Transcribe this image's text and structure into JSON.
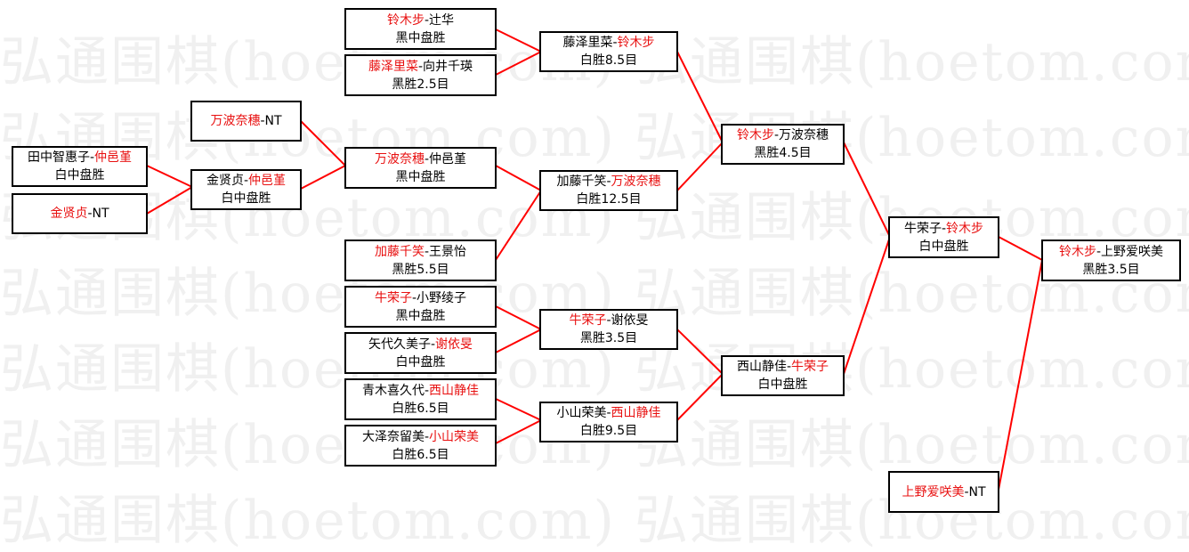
{
  "colors": {
    "line": "#ff0000",
    "winner": "#e81010",
    "watermark": "#f0f0f0"
  },
  "watermark": "弘通围棋(hoetom.com) 弘通围棋(hoetom.com) 弘通",
  "matches": [
    {
      "id": "r1-m1",
      "p1": "田中智惠子",
      "p2": "仲邑堇",
      "winner": 2,
      "result": "白中盘胜"
    },
    {
      "id": "r1-m2",
      "p1": "金贤贞",
      "p2": "NT",
      "winner": 1,
      "result": ""
    },
    {
      "id": "r1-m3",
      "p1": "万波奈穗",
      "p2": "NT",
      "winner": 1,
      "result": ""
    },
    {
      "id": "r2-m1",
      "p1": "金贤贞",
      "p2": "仲邑堇",
      "winner": 2,
      "result": "白中盘胜"
    },
    {
      "id": "r2-m2",
      "p1": "铃木步",
      "p2": "辻华",
      "winner": 1,
      "result": "黑中盘胜"
    },
    {
      "id": "r2-m3",
      "p1": "藤泽里菜",
      "p2": "向井千瑛",
      "winner": 1,
      "result": "黑胜2.5目"
    },
    {
      "id": "r2-m4",
      "p1": "万波奈穗",
      "p2": "仲邑堇",
      "winner": 1,
      "result": "黑中盘胜"
    },
    {
      "id": "r2-m5",
      "p1": "加藤千笑",
      "p2": "王景怡",
      "winner": 1,
      "result": "黑胜5.5目"
    },
    {
      "id": "r2-m6",
      "p1": "牛荣子",
      "p2": "小野绫子",
      "winner": 1,
      "result": "黑中盘胜"
    },
    {
      "id": "r2-m7",
      "p1": "矢代久美子",
      "p2": "谢依旻",
      "winner": 2,
      "result": "白中盘胜"
    },
    {
      "id": "r2-m8",
      "p1": "青木喜久代",
      "p2": "西山静佳",
      "winner": 2,
      "result": "白胜6.5目"
    },
    {
      "id": "r2-m9",
      "p1": "大泽奈留美",
      "p2": "小山荣美",
      "winner": 2,
      "result": "白胜6.5目"
    },
    {
      "id": "r3-m1",
      "p1": "藤泽里菜",
      "p2": "铃木步",
      "winner": 2,
      "result": "白胜8.5目"
    },
    {
      "id": "r3-m2",
      "p1": "加藤千笑",
      "p2": "万波奈穗",
      "winner": 2,
      "result": "白胜12.5目"
    },
    {
      "id": "r3-m3",
      "p1": "牛荣子",
      "p2": "谢依旻",
      "winner": 1,
      "result": "黑胜3.5目"
    },
    {
      "id": "r3-m4",
      "p1": "小山荣美",
      "p2": "西山静佳",
      "winner": 2,
      "result": "白胜9.5目"
    },
    {
      "id": "r4-m1",
      "p1": "铃木步",
      "p2": "万波奈穗",
      "winner": 1,
      "result": "黑胜4.5目"
    },
    {
      "id": "r4-m2",
      "p1": "西山静佳",
      "p2": "牛荣子",
      "winner": 2,
      "result": "白中盘胜"
    },
    {
      "id": "r5-m1",
      "p1": "牛荣子",
      "p2": "铃木步",
      "winner": 2,
      "result": "白中盘胜"
    },
    {
      "id": "r5-m2",
      "p1": "上野爱咲美",
      "p2": "NT",
      "winner": 1,
      "result": ""
    },
    {
      "id": "final",
      "p1": "铃木步",
      "p2": "上野爱咲美",
      "winner": 1,
      "result": "黑胜3.5目"
    }
  ]
}
